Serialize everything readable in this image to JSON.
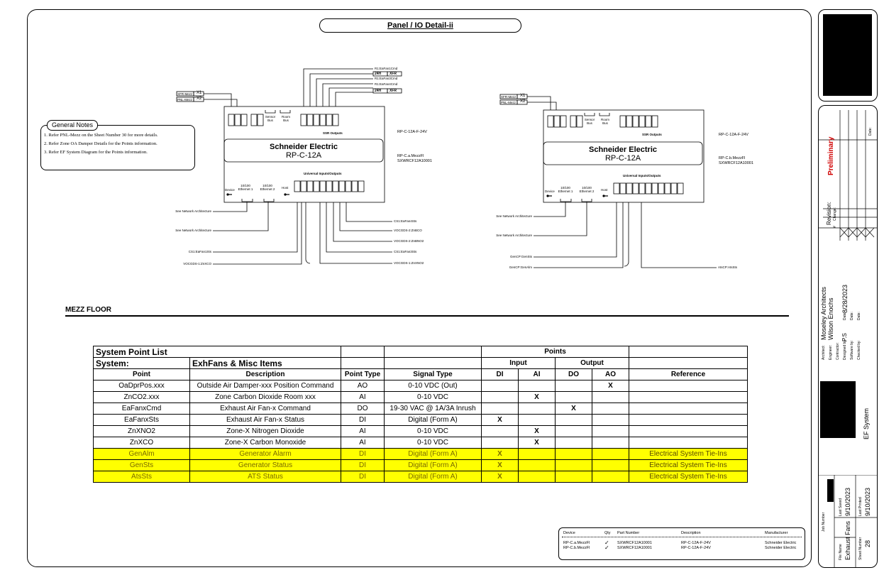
{
  "sheet_title": "Panel / IO Detail-ii",
  "general_notes": {
    "title": "General Notes",
    "items": [
      "1. Refer PNL-Mezz on the Sheet Number 30 for more details.",
      "2. Refer Zone OA Damper Details for the Points information.",
      "3. Refer EF System Diagram for the Points information."
    ]
  },
  "panel_a": {
    "brand": "Schneider Electric",
    "model": "RP-C-12A",
    "power": "RP-C-12A-F-24V",
    "name": "RP-C.a.MezzFl",
    "part": "SXWRCF12A10001",
    "ssr": "SSR Outputs",
    "uio": "Universal Inputs/Outputs",
    "sensor_bus": "Sensor Bus",
    "room_bus": "Room Bus",
    "device": "Device",
    "host": "Host",
    "eth1": "10/100 Ethernet 1",
    "eth2": "10/100 Ethernet 2",
    "left_tags": [
      "XFR-Mezz",
      "PNL-Mezz"
    ],
    "left_tag_ids": [
      "X1",
      "X2"
    ],
    "top_labels": [
      "R1:EaFan1Cmd",
      "24H",
      "XFR",
      "R1:EaFan3Cmd",
      "R1:EaFan4Cmd",
      "24H",
      "XFR"
    ],
    "left_labels": [
      "See Network Architecture",
      "See Network Architecture",
      "CS1:EaFan1Sts",
      "VOCGDS-1:ZnXCO"
    ],
    "right_labels": [
      "CS1:EaFan4Sts",
      "VOCGDS-2:ZnBCO",
      "VOCGDS-2:ZnBNO2",
      "CS1:EaFan3Sts",
      "VOCGDS-1:ZnXNO2"
    ]
  },
  "panel_b": {
    "brand": "Schneider Electric",
    "model": "RP-C-12A",
    "power": "RP-C-12A-F-24V",
    "name": "RP-C.b.MezzFl",
    "part": "SXWRCF12A10001",
    "ssr": "SSR Outputs",
    "uio": "Universal Inputs/Outputs",
    "sensor_bus": "Sensor Bus",
    "room_bus": "Room Bus",
    "device": "Device",
    "host": "Host",
    "eth1": "10/100 Ethernet 1",
    "eth2": "10/100 Ethernet 2",
    "left_tags": [
      "XFR-Mezz",
      "PNL-Mezz"
    ],
    "left_tag_ids": [
      "X1",
      "X2"
    ],
    "left_labels": [
      "See Network Architecture",
      "See Network Architecture",
      "GenCP:GenSts",
      "GenCP:GenAlm"
    ],
    "right_labels": [
      "AtsCP:AtsSts"
    ]
  },
  "section_title": "MEZZ FLOOR",
  "point_list": {
    "title": "System Point List",
    "system_label": "System:",
    "system_name": "ExhFans & Misc Items",
    "points_header": "Points",
    "input": "Input",
    "output": "Output",
    "headers": [
      "Point",
      "Description",
      "Point Type",
      "Signal Type",
      "DI",
      "AI",
      "DO",
      "AO",
      "Reference"
    ],
    "rows": [
      {
        "point": "OaDprPos.xxx",
        "desc": "Outside Air Damper-xxx Position Command",
        "type": "AO",
        "signal": "0-10 VDC (Out)",
        "di": "",
        "ai": "",
        "do": "",
        "ao": "X",
        "ref": "",
        "hl": false
      },
      {
        "point": "ZnCO2.xxx",
        "desc": "Zone Carbon Dioxide Room xxx",
        "type": "AI",
        "signal": "0-10 VDC",
        "di": "",
        "ai": "X",
        "do": "",
        "ao": "",
        "ref": "",
        "hl": false
      },
      {
        "point": "EaFanxCmd",
        "desc": "Exhaust Air Fan-x Command",
        "type": "DO",
        "signal": "19-30 VAC @ 1A/3A Inrush",
        "di": "",
        "ai": "",
        "do": "X",
        "ao": "",
        "ref": "",
        "hl": false
      },
      {
        "point": "EaFanxSts",
        "desc": "Exhaust Air Fan-x Status",
        "type": "DI",
        "signal": "Digital (Form A)",
        "di": "X",
        "ai": "",
        "do": "",
        "ao": "",
        "ref": "",
        "hl": false
      },
      {
        "point": "ZnXNO2",
        "desc": "Zone-X Nitrogen Dioxide",
        "type": "AI",
        "signal": "0-10 VDC",
        "di": "",
        "ai": "X",
        "do": "",
        "ao": "",
        "ref": "",
        "hl": false
      },
      {
        "point": "ZnXCO",
        "desc": "Zone-X Carbon Monoxide",
        "type": "AI",
        "signal": "0-10 VDC",
        "di": "",
        "ai": "X",
        "do": "",
        "ao": "",
        "ref": "",
        "hl": false
      },
      {
        "point": "GenAlm",
        "desc": "Generator Alarm",
        "type": "DI",
        "signal": "Digital (Form A)",
        "di": "X",
        "ai": "",
        "do": "",
        "ao": "",
        "ref": "Electrical System Tie-Ins",
        "hl": true
      },
      {
        "point": "GenSts",
        "desc": "Generator Status",
        "type": "DI",
        "signal": "Digital (Form A)",
        "di": "X",
        "ai": "",
        "do": "",
        "ao": "",
        "ref": "Electrical System Tie-Ins",
        "hl": true
      },
      {
        "point": "AtsSts",
        "desc": "ATS Status",
        "type": "DI",
        "signal": "Digital (Form A)",
        "di": "X",
        "ai": "",
        "do": "",
        "ao": "",
        "ref": "Electrical System Tie-Ins",
        "hl": true
      }
    ]
  },
  "device_legend": {
    "headers": [
      "Device",
      "Qty",
      "Part Number",
      "Description",
      "Manufacturer"
    ],
    "rows": [
      {
        "device": "RP-C.a.MezzFl",
        "part": "SXWRCF12A10001",
        "desc": "RP-C-12A-F-24V",
        "mfr": "Schneider Electric"
      },
      {
        "device": "RP-C.b.MezzFl",
        "part": "SXWRCF12A10001",
        "desc": "RP-C-12A-F-24V",
        "mfr": "Schneider Electric"
      }
    ]
  },
  "title_block": {
    "preliminary": "Preliminary",
    "revision": "Revision:",
    "rev_num": "#",
    "change": "Change:",
    "date": "Date:",
    "architect_label": "Architect:",
    "architect": "Moseley Architects",
    "engineer_label": "Engineer:",
    "engineer": "Wilson Enochs",
    "contractor_label": "Contractor:",
    "designed_label": "Designed by:",
    "designed": "P.S",
    "software_label": "Software by:",
    "checked_label": "Checked by:",
    "date_label": "Date:",
    "date_value": "8/28/2023",
    "system_name": "EF System",
    "job_label": "Job Number",
    "file_label": "File Name",
    "file_name": "Exhaust Fans",
    "sheet_label": "Sheet Number",
    "sheet_number": "28",
    "saved_label": "Last Saved",
    "saved": "9/10/2023",
    "printed_label": "Last Printed",
    "printed": "9/10/2023"
  }
}
